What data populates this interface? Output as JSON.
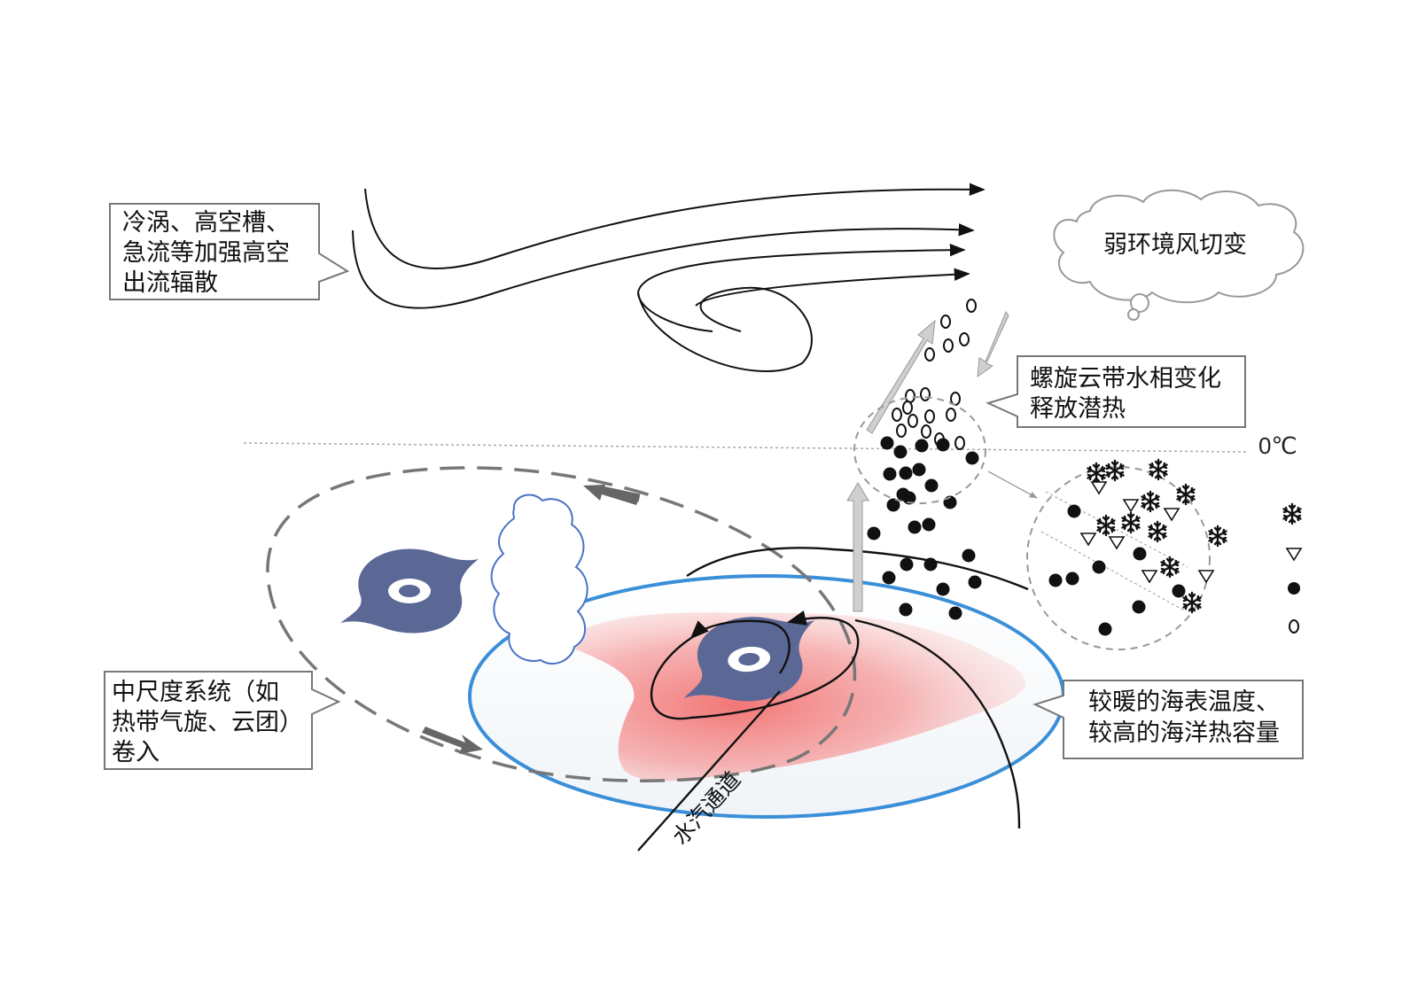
{
  "callouts": {
    "upper_outflow": [
      "冷涡、高空槽、",
      "急流等加强高空",
      "出流辐散"
    ],
    "weak_shear": "弱环境风切变",
    "latent_heat": [
      "螺旋云带水相变化",
      "释放潜热"
    ],
    "mesoscale": [
      "中尺度系统（如",
      "热带气旋、云团）",
      "卷入"
    ],
    "warm_ocean": [
      "较暖的海表温度、",
      "较高的海洋热容量"
    ]
  },
  "labels": {
    "freezing_level": "0℃",
    "moisture_channel": "水汽通道"
  },
  "legend": [
    {
      "symbol": "snowflake-icon",
      "glyph": "❄"
    },
    {
      "symbol": "triangle-icon",
      "glyph": "▽"
    },
    {
      "symbol": "filled-dot-icon",
      "glyph": "●"
    },
    {
      "symbol": "open-circle-icon",
      "glyph": "o"
    }
  ],
  "colors": {
    "cyclone": "#5b6896",
    "ocean_rim": "#3a8fd8",
    "warm_sst": "#f47c7c",
    "cloud_outline": "#4a72c4",
    "dashed_gray": "#777777",
    "arrow_gray": "#bdbdbd"
  }
}
